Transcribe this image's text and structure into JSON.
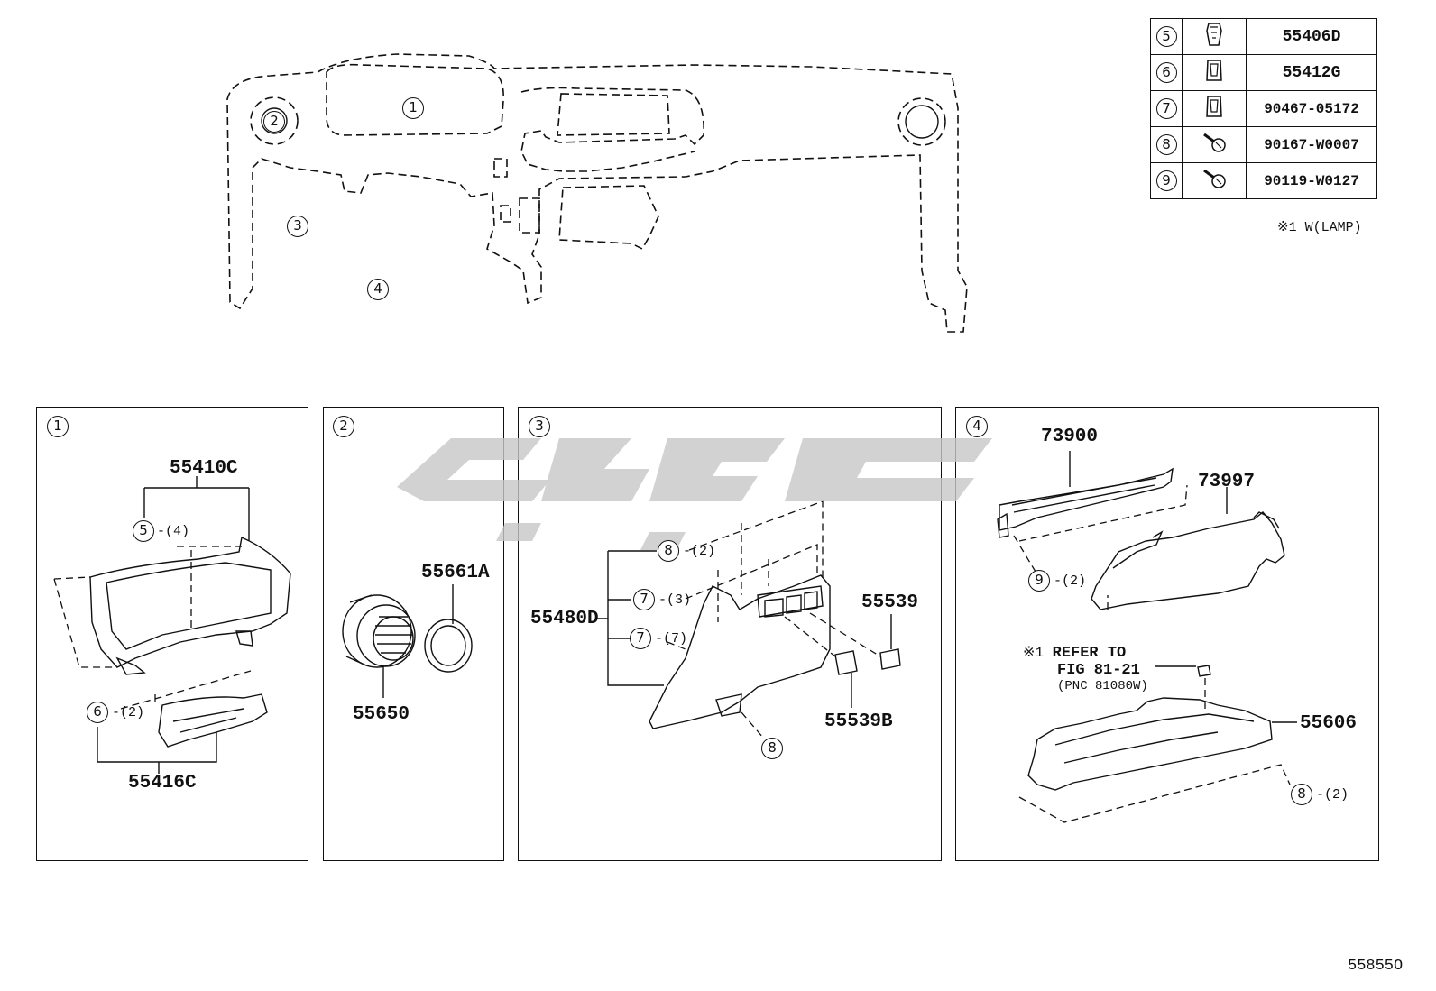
{
  "legend": [
    {
      "ref": "5",
      "icon": "clip-icon",
      "part": "55406D"
    },
    {
      "ref": "6",
      "icon": "clip-icon",
      "part": "55412G"
    },
    {
      "ref": "7",
      "icon": "clip-icon",
      "part": "90467-05172"
    },
    {
      "ref": "8",
      "icon": "screw-icon",
      "part": "90167-W0007"
    },
    {
      "ref": "9",
      "icon": "screw-icon",
      "part": "90119-W0127"
    }
  ],
  "legend_note": "※1 W(LAMP)",
  "overview_refs": [
    "1",
    "2",
    "3",
    "4"
  ],
  "panels": {
    "p1": {
      "ref": "1",
      "part_top": "55410C",
      "clip_ref_a": "5",
      "clip_qty_a": "-(4)",
      "clip_ref_b": "6",
      "clip_qty_b": "-(2)",
      "part_bottom": "55416C"
    },
    "p2": {
      "ref": "2",
      "part_ring": "55661A",
      "part_vent": "55650"
    },
    "p3": {
      "ref": "3",
      "part_panel": "55480D",
      "clip_ref_a": "8",
      "clip_qty_a": "-(2)",
      "clip_ref_b": "7",
      "clip_qty_b": "-(3)",
      "clip_ref_c": "7",
      "clip_qty_c": "-(7)",
      "part_bulb": "55539",
      "part_bulb_b": "55539B",
      "screw_ref": "8"
    },
    "p4": {
      "ref": "4",
      "part_box": "73900",
      "part_lid": "73997",
      "screw_ref_a": "9",
      "screw_qty_a": "-(2)",
      "note_mark": "※1",
      "note_line1": "REFER TO",
      "note_line2": "FIG 81-21",
      "note_line3": "(PNC 81080W)",
      "part_cover": "55606",
      "screw_ref_b": "8",
      "screw_qty_b": "-(2)"
    }
  },
  "illustration_code": "55855O",
  "colors": {
    "ink": "#111111",
    "watermark": "#c8c8c8"
  }
}
